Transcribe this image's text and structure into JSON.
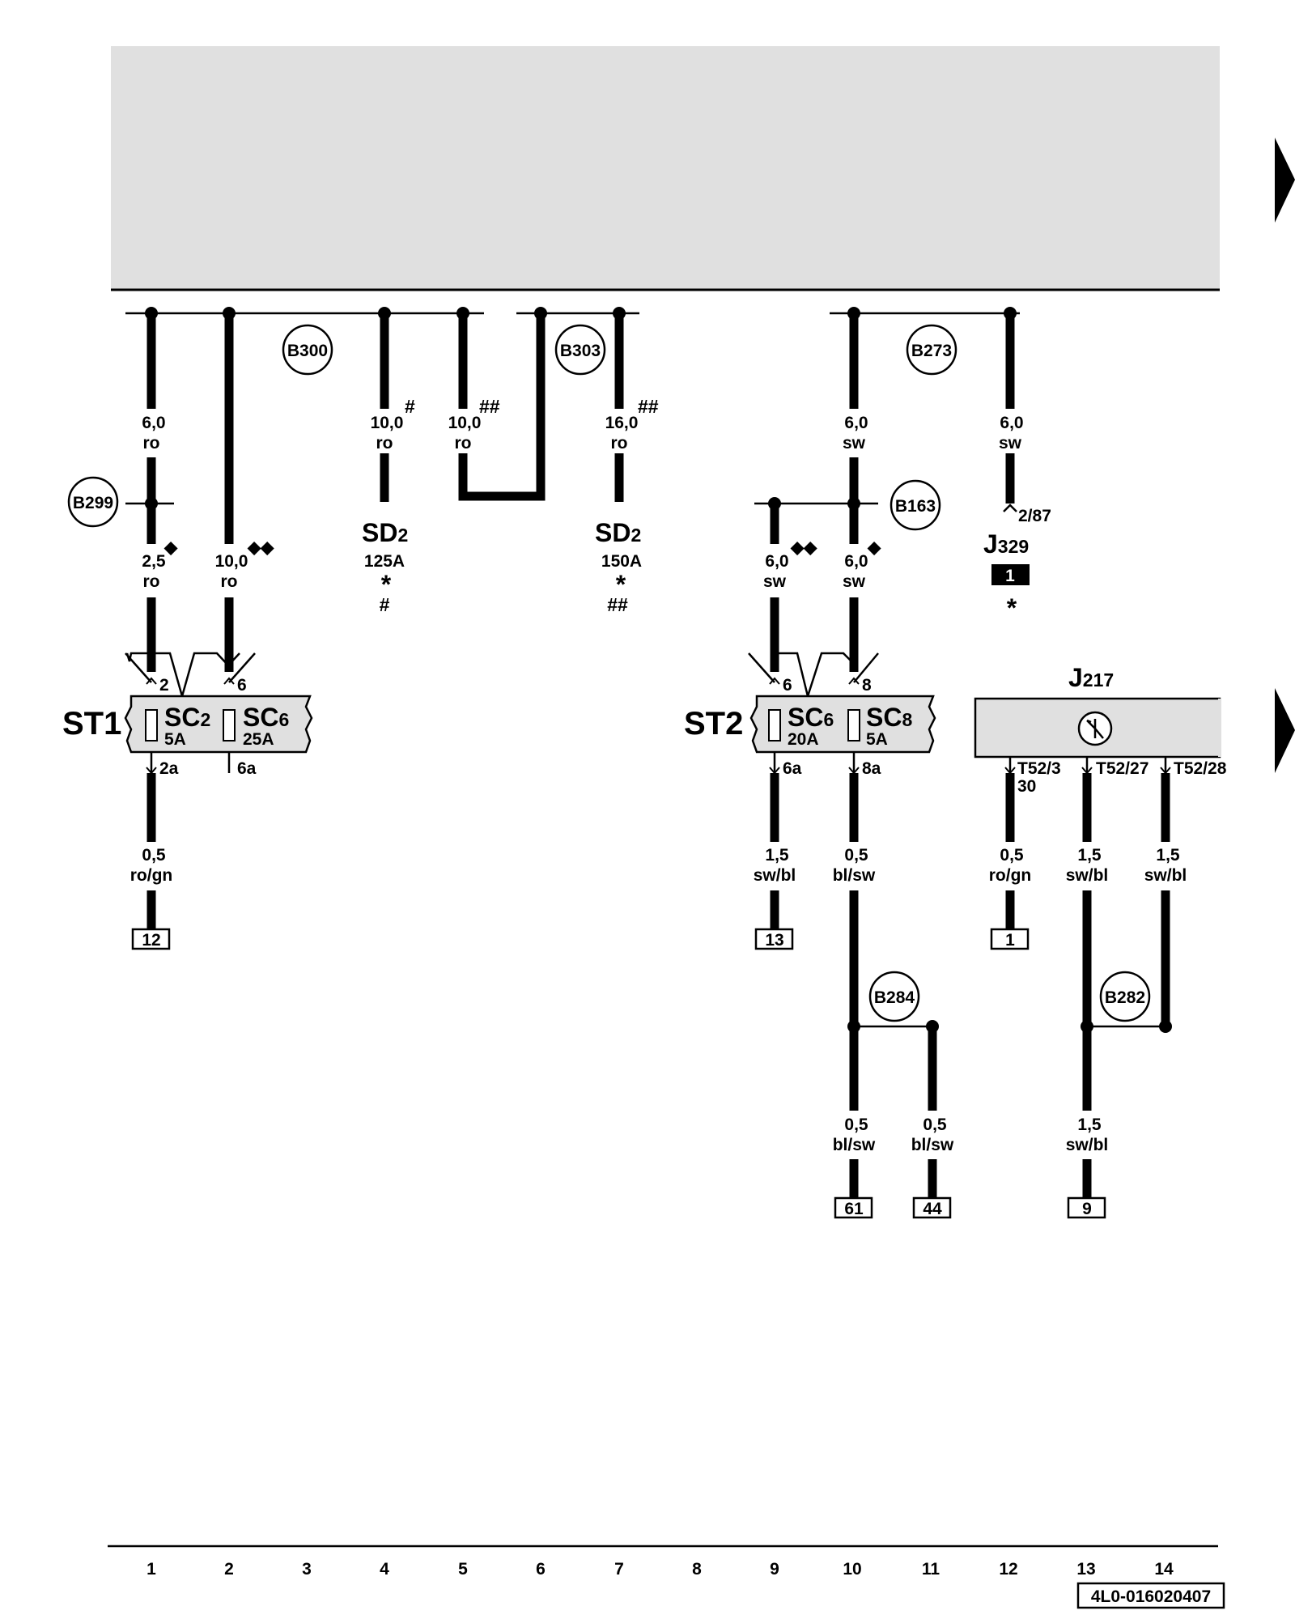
{
  "buses": [
    {
      "id": "B300",
      "label": "B300"
    },
    {
      "id": "B303",
      "label": "B303"
    },
    {
      "id": "B273",
      "label": "B273"
    },
    {
      "id": "B299",
      "label": "B299"
    },
    {
      "id": "B163",
      "label": "B163"
    },
    {
      "id": "B284",
      "label": "B284"
    },
    {
      "id": "B282",
      "label": "B282"
    }
  ],
  "wires": [
    {
      "id": "w1a",
      "size": "6,0",
      "color": "ro",
      "mark": ""
    },
    {
      "id": "w1b",
      "size": "2,5",
      "color": "ro",
      "mark": "◆"
    },
    {
      "id": "w2a",
      "size": "10,0",
      "color": "ro",
      "mark": "◆◆"
    },
    {
      "id": "w4",
      "size": "10,0",
      "color": "ro",
      "mark": "#"
    },
    {
      "id": "w5",
      "size": "10,0",
      "color": "ro",
      "mark": "##"
    },
    {
      "id": "w7",
      "size": "16,0",
      "color": "ro",
      "mark": "##"
    },
    {
      "id": "w10a",
      "size": "6,0",
      "color": "sw",
      "mark": ""
    },
    {
      "id": "w12a",
      "size": "6,0",
      "color": "sw",
      "mark": ""
    },
    {
      "id": "w9a",
      "size": "6,0",
      "color": "sw",
      "mark": "◆◆"
    },
    {
      "id": "w10b",
      "size": "6,0",
      "color": "sw",
      "mark": "◆"
    },
    {
      "id": "w1c",
      "size": "0,5",
      "color": "ro/gn",
      "mark": ""
    },
    {
      "id": "w9c",
      "size": "1,5",
      "color": "sw/bl",
      "mark": ""
    },
    {
      "id": "w10c",
      "size": "0,5",
      "color": "bl/sw",
      "mark": ""
    },
    {
      "id": "w12c",
      "size": "0,5",
      "color": "ro/gn",
      "mark": ""
    },
    {
      "id": "w13c",
      "size": "1,5",
      "color": "sw/bl",
      "mark": ""
    },
    {
      "id": "w14c",
      "size": "1,5",
      "color": "sw/bl",
      "mark": ""
    },
    {
      "id": "w10d",
      "size": "0,5",
      "color": "bl/sw",
      "mark": ""
    },
    {
      "id": "w11d",
      "size": "0,5",
      "color": "bl/sw",
      "mark": ""
    },
    {
      "id": "w13d",
      "size": "1,5",
      "color": "sw/bl",
      "mark": ""
    }
  ],
  "components": {
    "sd2_a": {
      "name": "SD",
      "sub": "2",
      "rating": "125A",
      "star": "*",
      "note": "#"
    },
    "sd2_b": {
      "name": "SD",
      "sub": "2",
      "rating": "150A",
      "star": "*",
      "note": "##"
    },
    "j329": {
      "name": "J",
      "sub": "329",
      "pin": "2/87",
      "box": "1",
      "star": "*"
    },
    "st1": {
      "name": "ST1",
      "fuses": [
        {
          "name": "SC",
          "sub": "2",
          "rating": "5A",
          "pin_in": "2",
          "pin_out": "2a"
        },
        {
          "name": "SC",
          "sub": "6",
          "rating": "25A",
          "pin_in": "6",
          "pin_out": "6a"
        }
      ]
    },
    "st2": {
      "name": "ST2",
      "fuses": [
        {
          "name": "SC",
          "sub": "6",
          "rating": "20A",
          "pin_in": "6",
          "pin_out": "6a"
        },
        {
          "name": "SC",
          "sub": "8",
          "rating": "5A",
          "pin_in": "8",
          "pin_out": "8a"
        }
      ]
    },
    "j217": {
      "name": "J",
      "sub": "217",
      "pins": [
        "T52/3",
        "30",
        "T52/27",
        "T52/28"
      ]
    }
  },
  "connectors": [
    "12",
    "13",
    "1",
    "61",
    "44",
    "9"
  ],
  "ruler": [
    "1",
    "2",
    "3",
    "4",
    "5",
    "6",
    "7",
    "8",
    "9",
    "10",
    "11",
    "12",
    "13",
    "14"
  ],
  "diagram_code": "4L0-016020407"
}
